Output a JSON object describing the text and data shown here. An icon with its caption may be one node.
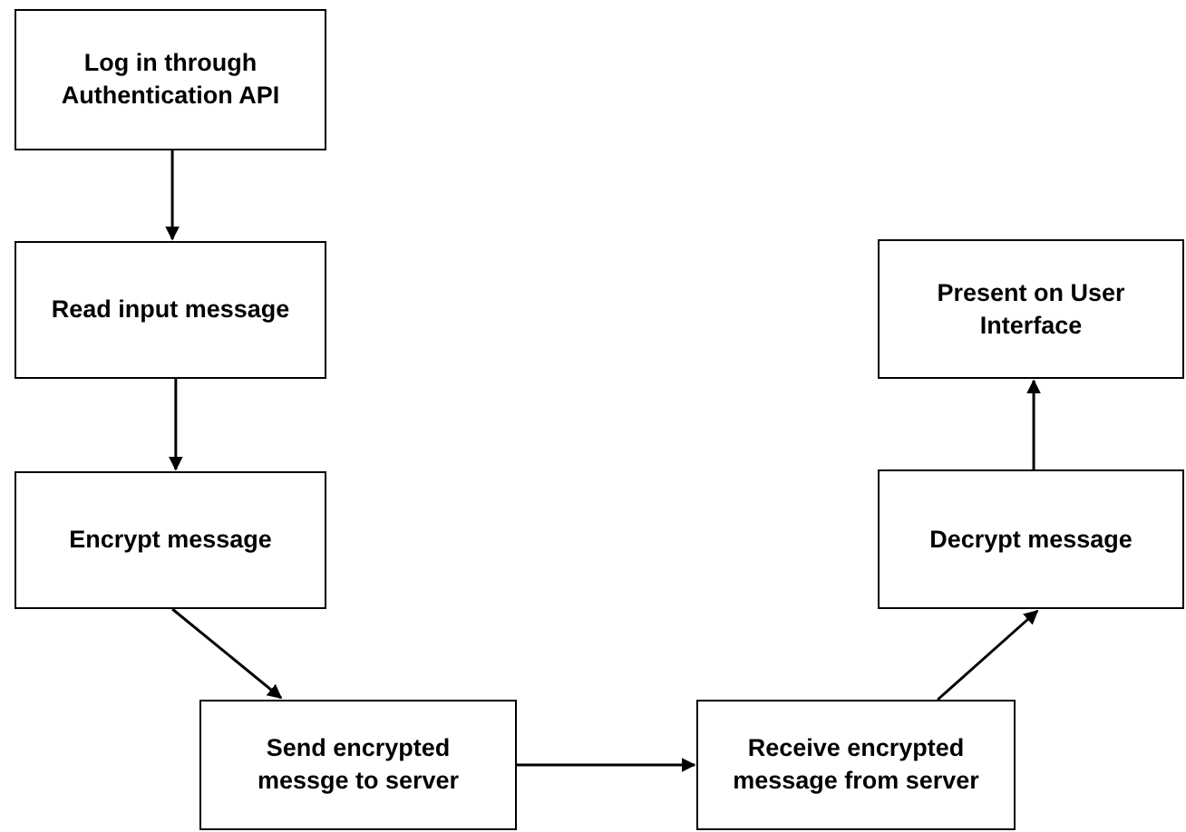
{
  "diagram": {
    "nodes": [
      {
        "text": [
          "Log in through Authentication API"
        ]
      },
      {
        "text": [
          "Read input message"
        ]
      },
      {
        "text": [
          "Encrypt message"
        ]
      },
      {
        "text": [
          "Send encrypted messge to server"
        ]
      },
      {
        "text": [
          "Receive encrypted message from server"
        ]
      },
      {
        "text": [
          "Decrypt message"
        ]
      },
      {
        "text": [
          "Present on User Interface"
        ]
      }
    ],
    "edges": [
      {
        "from": 0,
        "to": 1,
        "arrow": "to"
      },
      {
        "from": 1,
        "to": 2,
        "arrow": "to"
      },
      {
        "from": 2,
        "to": 3,
        "arrow": "to"
      },
      {
        "from": 3,
        "to": 4,
        "arrow": "to"
      },
      {
        "from": 4,
        "to": 5,
        "arrow": "to"
      },
      {
        "from": 5,
        "to": 6,
        "arrow": "to"
      }
    ]
  }
}
